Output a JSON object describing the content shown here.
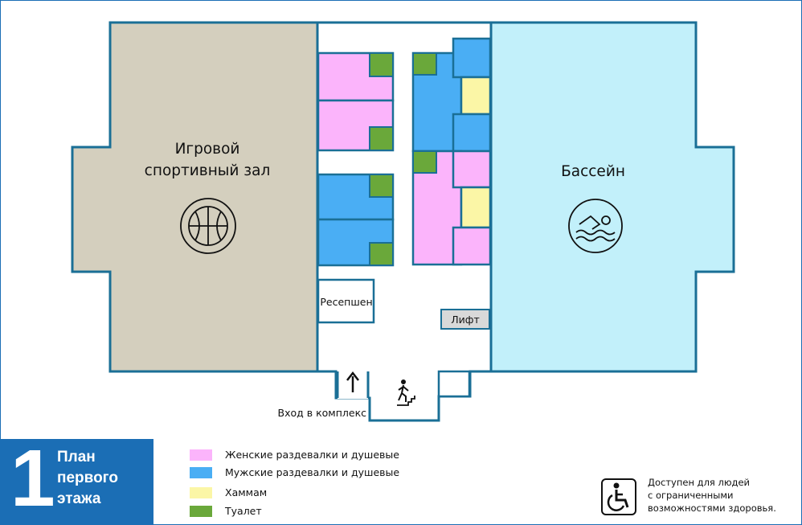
{
  "rooms": {
    "gym": {
      "line1": "Игровой",
      "line2": "спортивный зал",
      "icon": "basketball-icon"
    },
    "pool": {
      "label": "Бассейн",
      "icon": "swimming-icon"
    },
    "reception": "Ресепшен",
    "elevator": "Лифт",
    "entrance": "Вход в комплекс"
  },
  "colors": {
    "outline": "#1a6f96",
    "gym": "#d4cfbe",
    "pool": "#c2f0fa",
    "women": "#fbb4fb",
    "men": "#4aaef4",
    "hammam": "#fbf6a6",
    "toilet": "#6aa83a",
    "lift": "#d9d9d9",
    "brand": "#1b6eb5"
  },
  "floor": {
    "number": "1",
    "title_line1": "План",
    "title_line2": "первого",
    "title_line3": "этажа"
  },
  "legend": {
    "women": "Женские раздевалки и душевые",
    "men": "Мужские раздевалки и душевые",
    "hammam": "Хаммам",
    "toilet": "Туалет"
  },
  "accessibility": {
    "line1": "Доступен для людей",
    "line2": "с ограниченными",
    "line3": "возможностями здоровья.",
    "icon": "wheelchair-icon"
  }
}
